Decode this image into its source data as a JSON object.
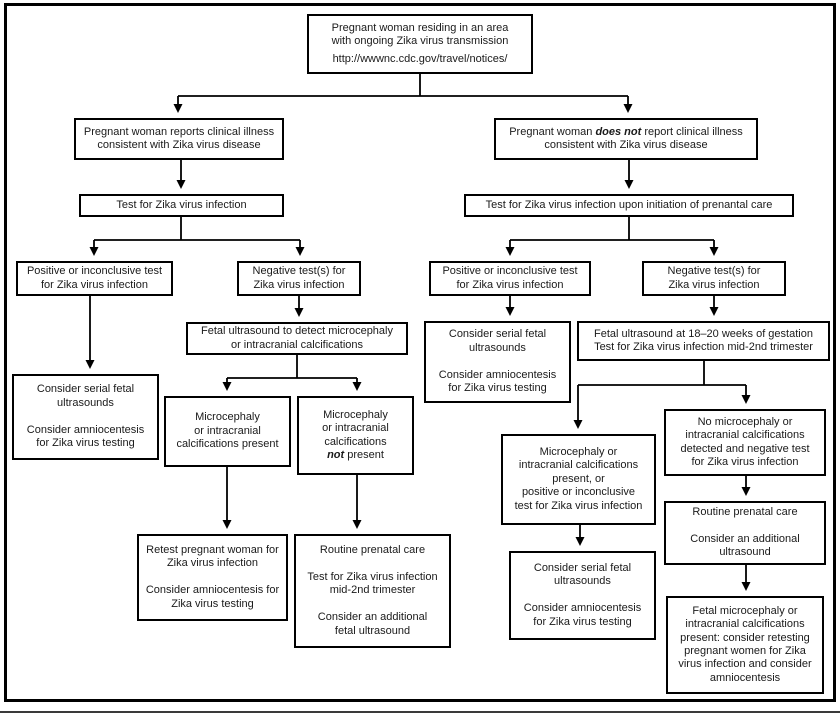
{
  "figure": {
    "type": "flowchart",
    "subject": "Zika virus testing algorithm for pregnant women",
    "colors": {
      "line": "#000000",
      "box_border": "#000000",
      "background": "#ffffff",
      "text": "#1a1a1a"
    }
  },
  "nodes": {
    "root": {
      "text": "Pregnant woman residing in an area\nwith ongoing Zika virus transmission",
      "link": "http://wwwnc.cdc.gov/travel/notices/"
    },
    "l1": {
      "text": "Pregnant woman reports clinical illness\nconsistent with Zika virus disease"
    },
    "r1": {
      "pre": "Pregnant woman ",
      "em": "does not",
      "post": " report clinical illness\nconsistent with Zika virus disease"
    },
    "l2": {
      "text": "Test for Zika virus infection"
    },
    "r2": {
      "text": "Test for Zika virus infection upon initiation of prenantal care"
    },
    "l3a": {
      "text": "Positive or inconclusive test\nfor Zika virus infection"
    },
    "l3b": {
      "text": "Negative test(s) for\nZika virus infection"
    },
    "r3a": {
      "text": "Positive or inconclusive test\nfor Zika virus infection"
    },
    "r3b": {
      "text": "Negative test(s) for\nZika virus infection"
    },
    "l4": {
      "text": "Fetal ultrasound to detect microcephaly\nor intracranial calcifications"
    },
    "l5": {
      "text": "Consider serial fetal\nultrasounds\n\nConsider amniocentesis\nfor Zika virus testing"
    },
    "l6a": {
      "text": "Microcephaly\nor intracranial\ncalcifications present"
    },
    "l6b": {
      "pre": "Microcephaly\nor intracranial\ncalcifications\n",
      "em": "not",
      "post": " present"
    },
    "l7a": {
      "text": "Retest pregnant woman for\nZika virus infection\n\nConsider amniocentesis for\nZika virus testing"
    },
    "l7b": {
      "text": "Routine prenatal care\n\nTest for Zika virus infection\nmid-2nd trimester\n\nConsider an additional\nfetal ultrasound"
    },
    "r4a": {
      "text": "Consider serial fetal\nultrasounds\n\nConsider amniocentesis\nfor Zika virus testing"
    },
    "r4b": {
      "text": "Fetal ultrasound at 18–20 weeks of gestation\nTest for Zika virus infection mid-2nd trimester"
    },
    "r5a": {
      "text": "Microcephaly or\nintracranial calcifications\npresent, or\npositive or inconclusive\ntest for Zika virus infection"
    },
    "r5b": {
      "text": "No microcephaly or\nintracranial calcifications\ndetected and negative test\nfor Zika virus infection"
    },
    "r6a": {
      "text": "Consider serial fetal\nultrasounds\n\nConsider amniocentesis\nfor Zika virus testing"
    },
    "r6b": {
      "text": "Routine prenatal care\n\nConsider an additional\nultrasound"
    },
    "r7": {
      "text": "Fetal microcephaly or\nintracranial calcifications\npresent: consider retesting\npregnant women for Zika\nvirus infection and consider\namniocentesis"
    }
  }
}
